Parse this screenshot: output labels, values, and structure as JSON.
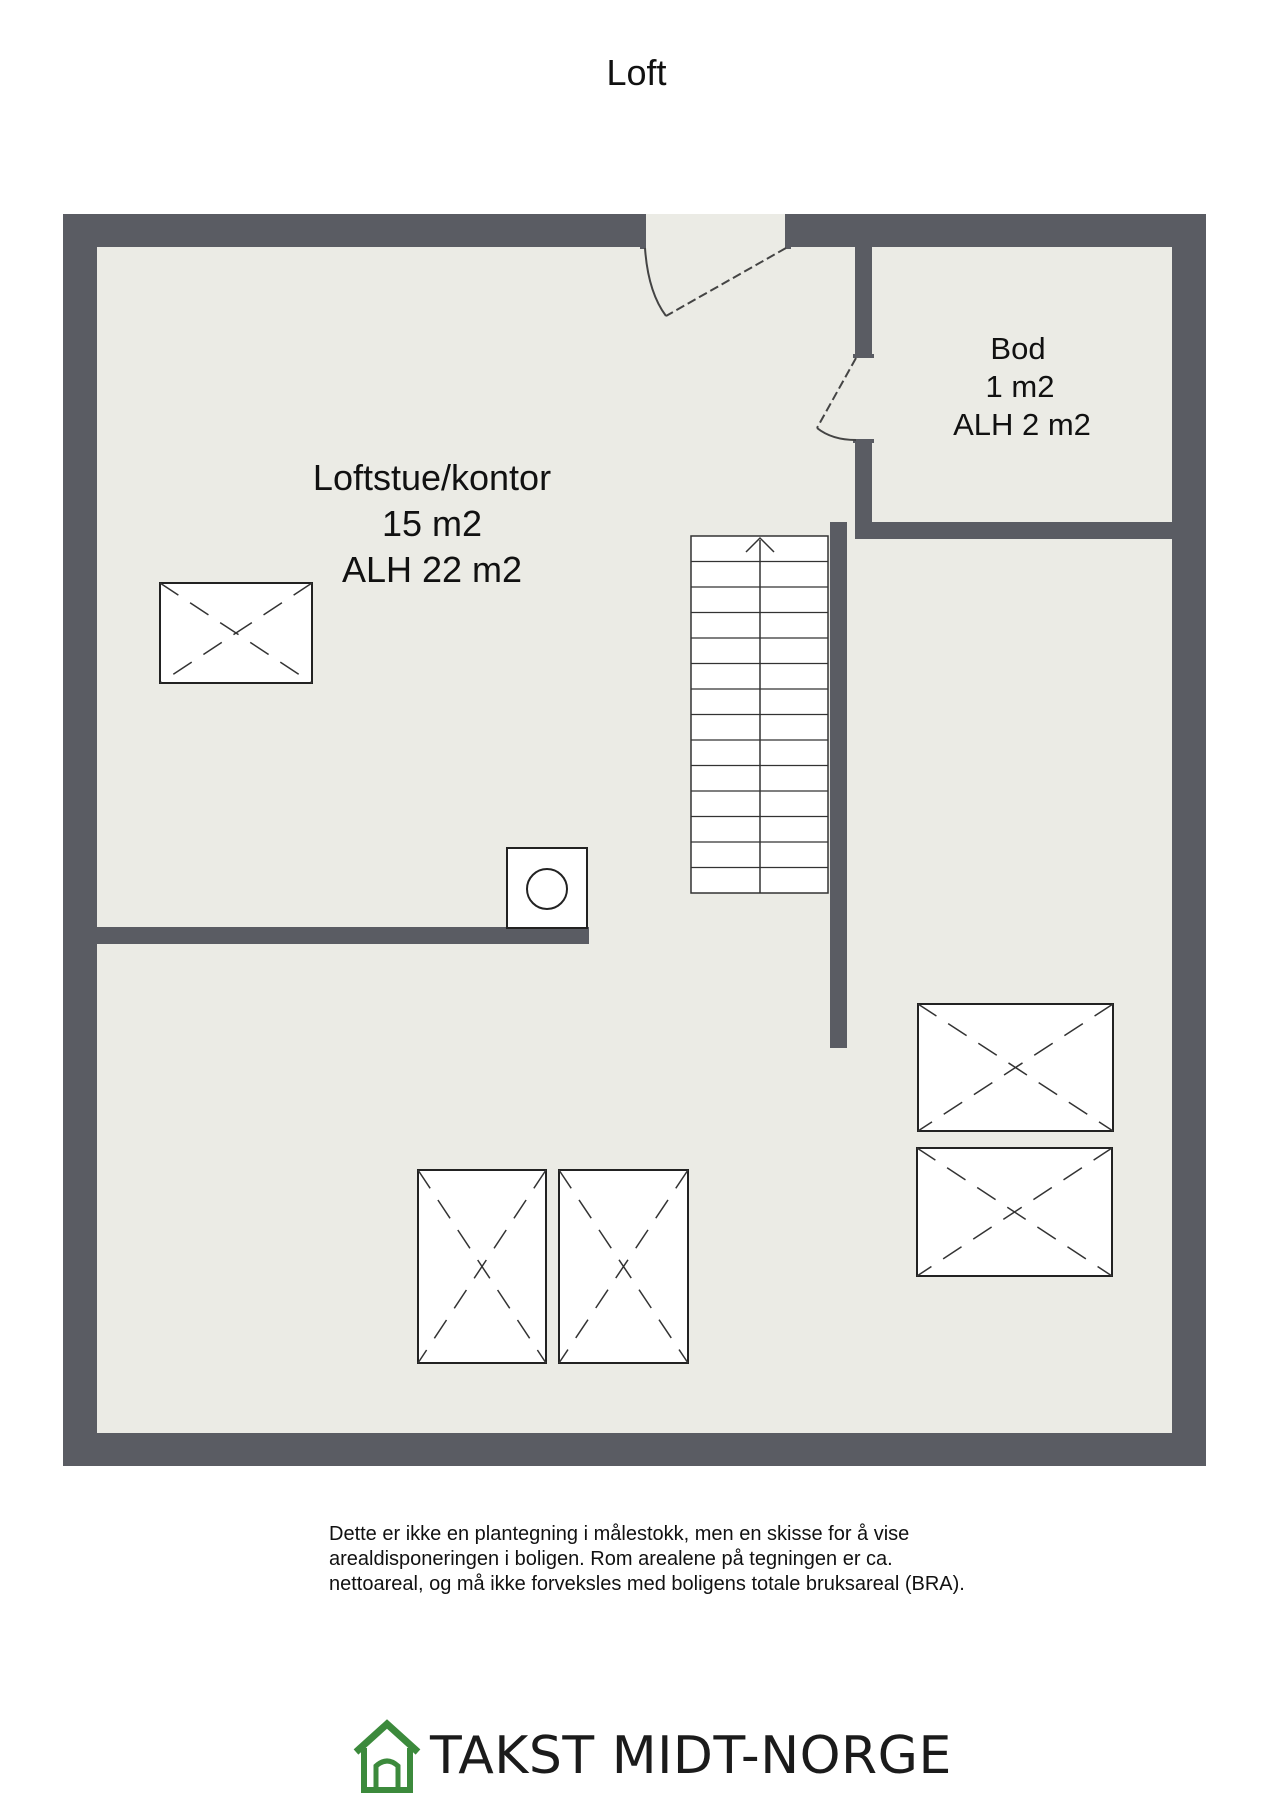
{
  "floor": {
    "title": "Loft"
  },
  "rooms": [
    {
      "name": "Loftstue/kontor",
      "area": "15 m2",
      "alh": "ALH 22 m2"
    },
    {
      "name": "Bod",
      "area": "1 m2",
      "alh": "ALH 2 m2"
    }
  ],
  "disclaimer": "Dette er ikke en plantegning i målestokk, men en skisse for å vise arealdisponeringen i boligen. Rom arealene på tegningen er ca. nettoareal, og må ikke forveksles med boligens totale bruksareal (BRA).",
  "brand": {
    "name": "TAKST MIDT-NORGE",
    "logo_icon": "house-icon",
    "logo_color": "#3c8a3c"
  },
  "colors": {
    "wall": "#5a5c63",
    "floor": "#ebebe5",
    "window": "#ffffff"
  }
}
